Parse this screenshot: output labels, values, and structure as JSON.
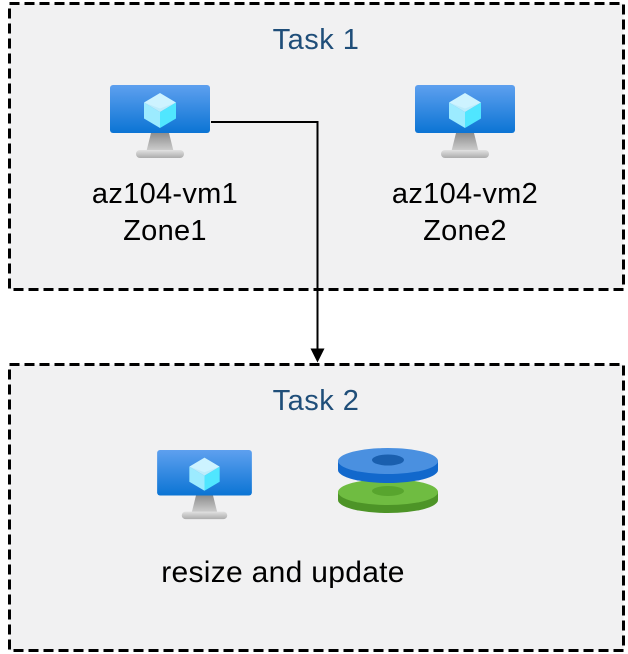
{
  "task1": {
    "title": "Task 1",
    "vm1": {
      "name": "az104-vm1",
      "zone": "Zone1"
    },
    "vm2": {
      "name": "az104-vm2",
      "zone": "Zone2"
    }
  },
  "task2": {
    "title": "Task 2",
    "caption": "resize and update"
  },
  "icons": {
    "vm": "azure-virtual-machine-icon",
    "disks": "azure-managed-disks-icon",
    "connector": "down-arrow-connector"
  },
  "colors": {
    "title_text": "#1F4E79",
    "body_text": "#000000",
    "box_background": "#F1F1F2",
    "box_border": "#000000",
    "vm_screen_gradient_top": "#5EA0EF",
    "vm_screen_gradient_bottom": "#0B74D4",
    "cube_top": "#CDF3FF",
    "cube_left": "#9CEBFF",
    "cube_right": "#50E6FF",
    "disk_blue_top": "#4A90E0",
    "disk_blue_side": "#1268CC",
    "disk_blue_hole": "#1A5FAE",
    "disk_green_top": "#6FBC41",
    "disk_green_side": "#4D9427",
    "disk_green_hole": "#58A52E"
  }
}
